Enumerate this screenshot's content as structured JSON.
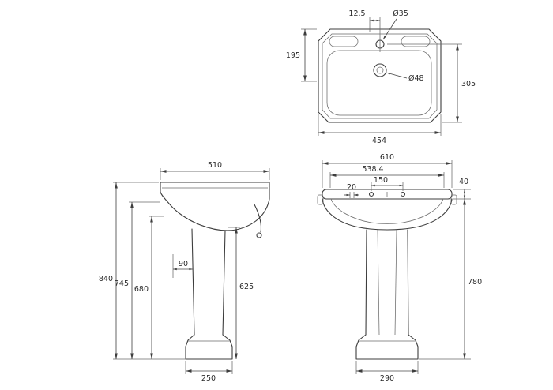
{
  "colors": {
    "background": "#ffffff",
    "line": "#3d3d3d",
    "dim_line": "#4a4a4a",
    "text": "#2b2b2b"
  },
  "views": {
    "top": {
      "dims": {
        "tap_offset": "12.5",
        "tap_hole_diameter": "Ø35",
        "back_to_waste": "195",
        "waste_diameter": "Ø48",
        "waste_to_front": "305",
        "bowl_width": "454"
      }
    },
    "side": {
      "dims": {
        "depth": "510",
        "overall_height": "840",
        "mid_height": "745",
        "underside_height": "680",
        "setback": "90",
        "pedestal_height": "625",
        "base_depth": "250"
      }
    },
    "front": {
      "dims": {
        "overall_width": "610",
        "inner_width": "538.4",
        "tap_centres": "150",
        "tap_offset": "20",
        "rim_height": "40",
        "overall_height": "780",
        "base_width": "290"
      }
    }
  }
}
